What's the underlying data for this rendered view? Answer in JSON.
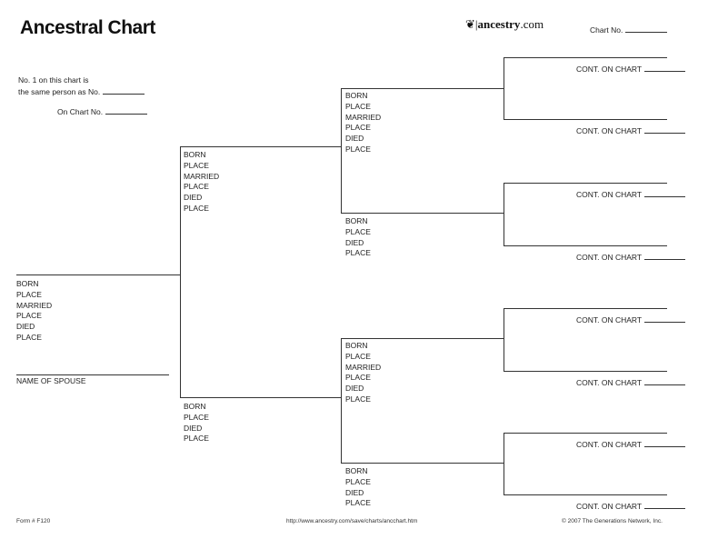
{
  "title": "Ancestral Chart",
  "logo": {
    "text": "ancestry",
    "suffix": ".com"
  },
  "chart_no_label": "Chart No.",
  "intro": {
    "line1": "No. 1 on this chart is",
    "line2": "the same person as No.",
    "on_chart": "On Chart No."
  },
  "fields": {
    "born": "BORN",
    "place": "PLACE",
    "married": "MARRIED",
    "died": "DIED"
  },
  "spouse_label": "NAME OF SPOUSE",
  "cont_label": "CONT. ON CHART",
  "footer": {
    "form": "Form # F120",
    "url": "http://www.ancestry.com/save/charts/ancchart.htm",
    "copyright": "© 2007 The Generations Network, Inc."
  }
}
